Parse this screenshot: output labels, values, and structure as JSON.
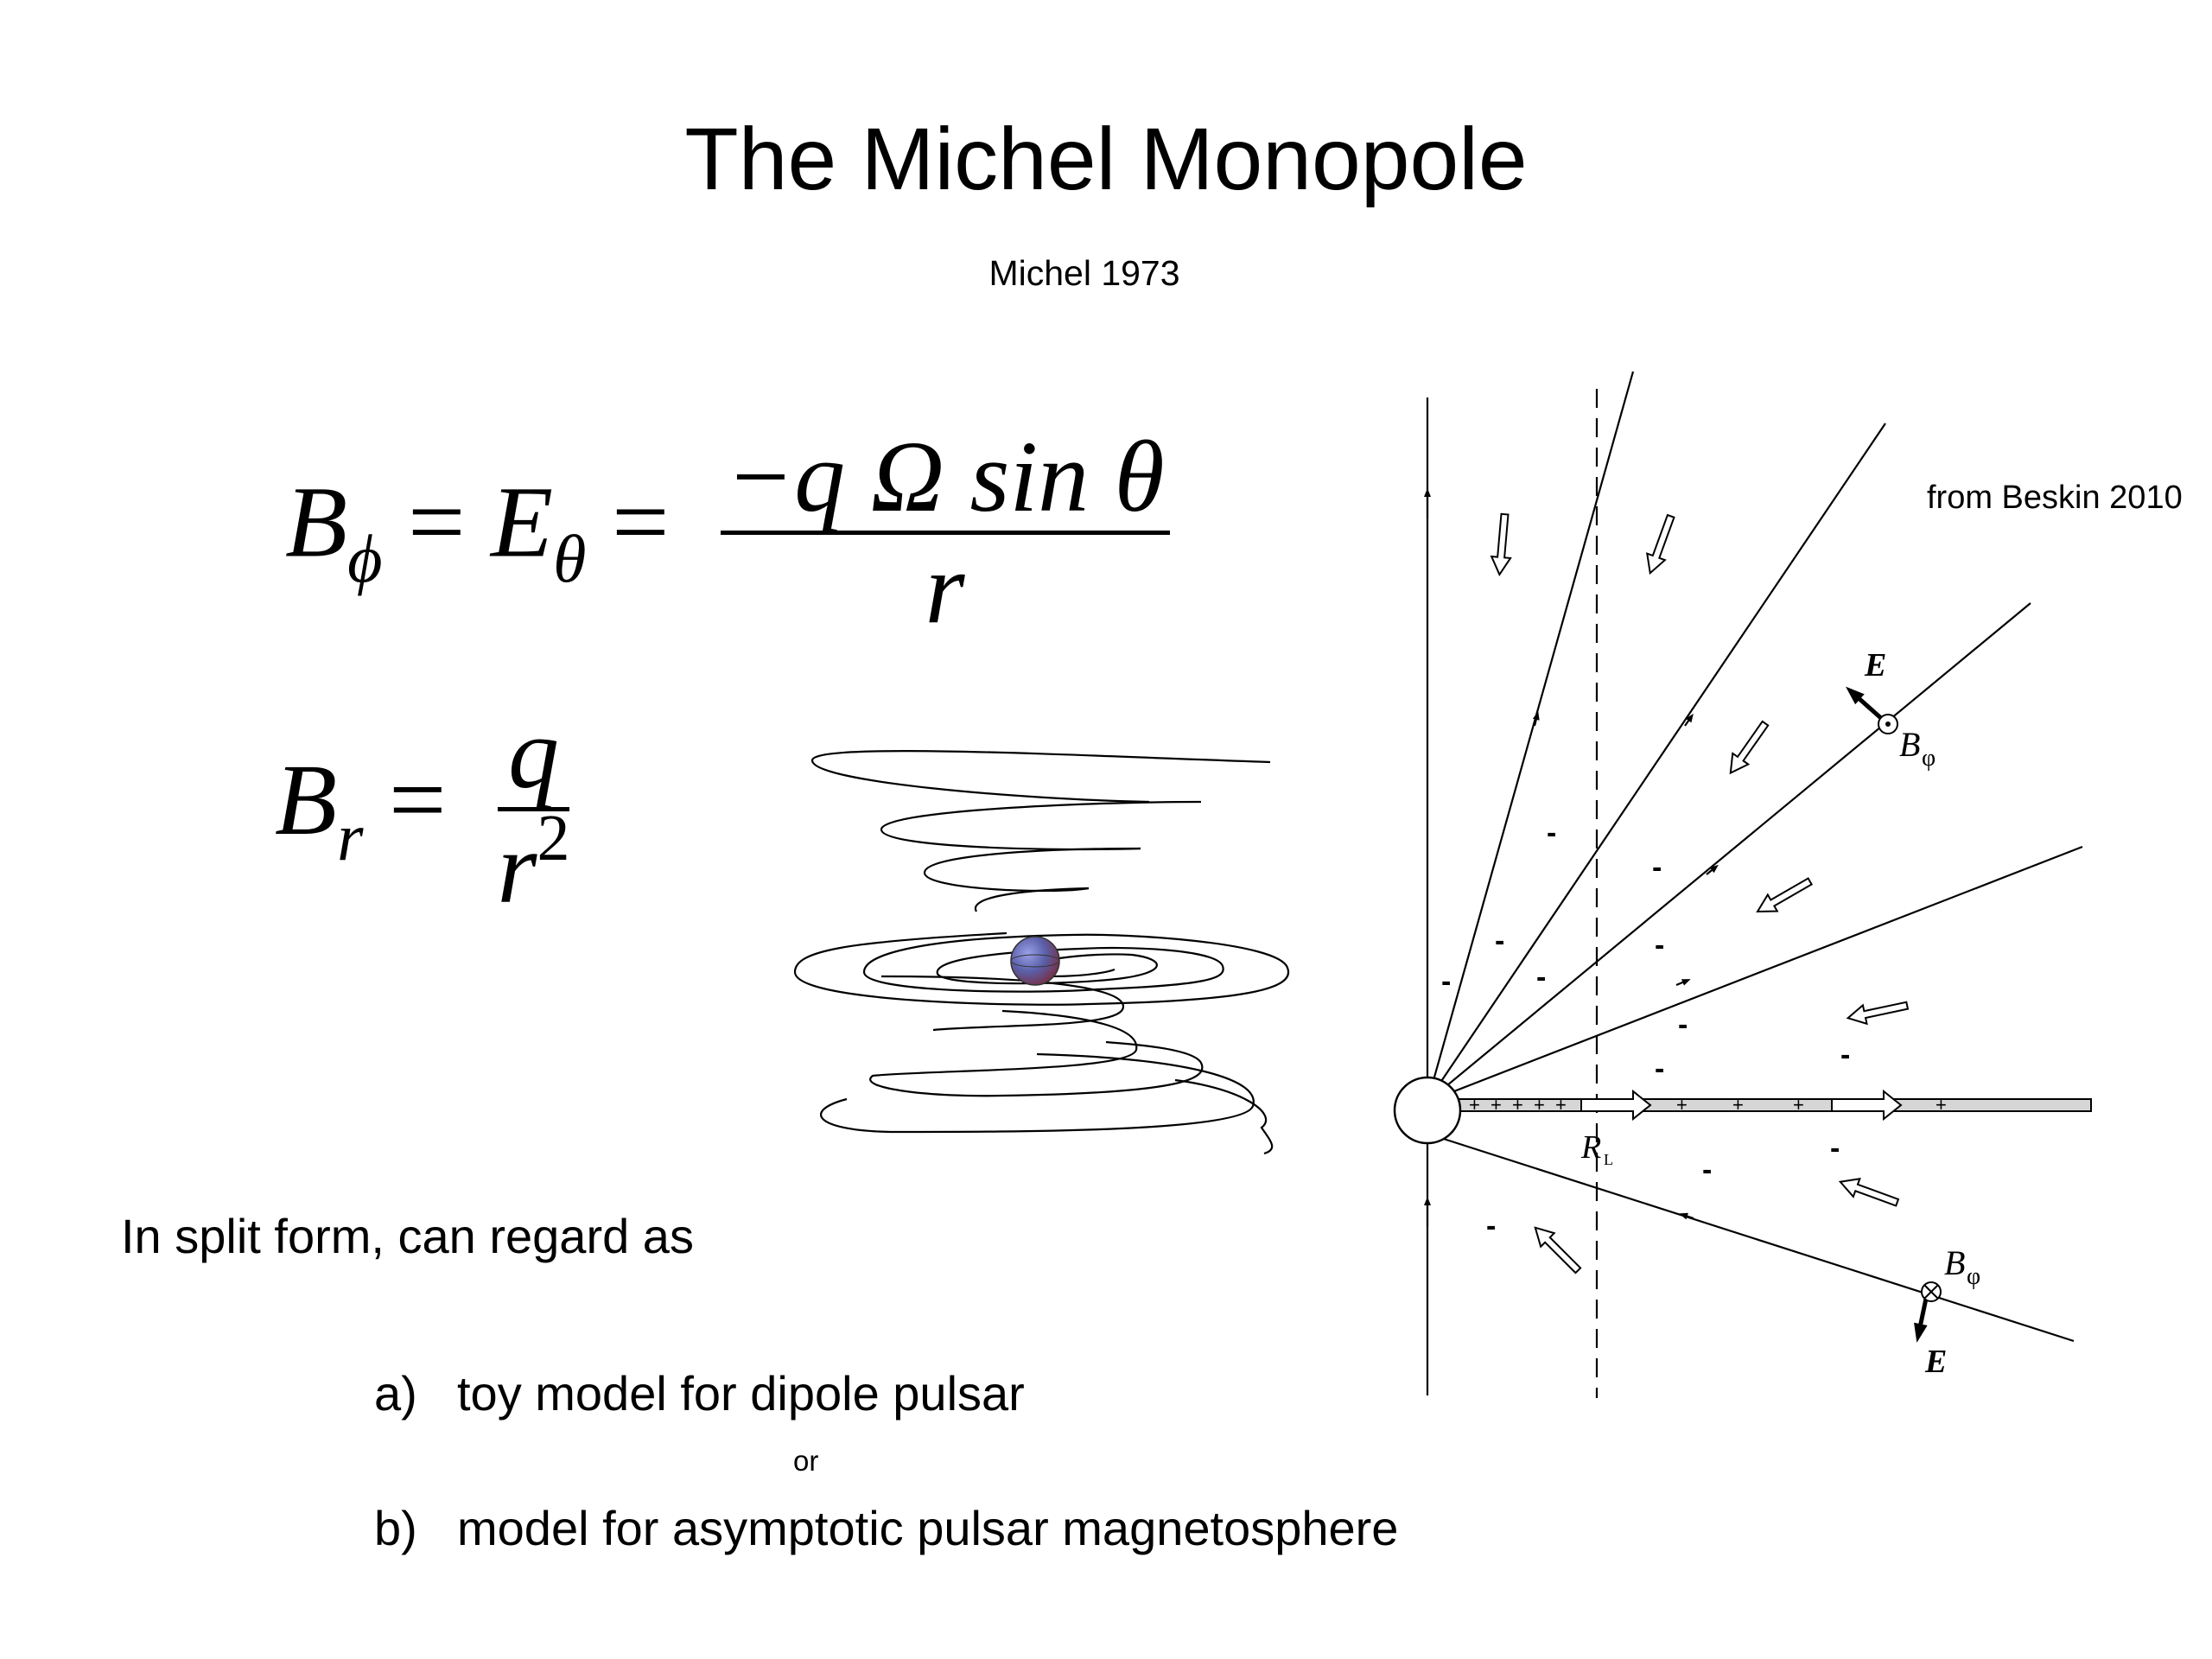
{
  "slide": {
    "title": "The Michel Monopole",
    "subtitle": "Michel 1973",
    "credit": "from Beskin 2010",
    "intro": "In split form, can regard as",
    "options": [
      {
        "marker": "a)",
        "text": "toy model for dipole pulsar"
      },
      {
        "marker": "b)",
        "text": "model for asymptotic pulsar magnetosphere"
      }
    ],
    "or_word": "or"
  },
  "equations": {
    "eq1": {
      "lhs": "B",
      "lhs_sub": "ϕ",
      "eq": " = ",
      "mid": "E",
      "mid_sub": "θ",
      "eq2": " = ",
      "numerator": "−q Ω sin θ",
      "denominator": "r"
    },
    "eq2": {
      "lhs": "B",
      "lhs_sub": "r",
      "eq": " = ",
      "numerator": "q",
      "denominator": "r",
      "exponent": "2"
    }
  },
  "diagram": {
    "label_E": "E",
    "label_Bphi": "B",
    "label_phi": "φ",
    "label_RL": "R",
    "label_RL_sub": "L",
    "plus_sign": "+",
    "minus_sign": "-"
  },
  "colors": {
    "ink": "#000000",
    "sphere": "#5a5fa8",
    "current_sheet": "#d6d6d6"
  }
}
